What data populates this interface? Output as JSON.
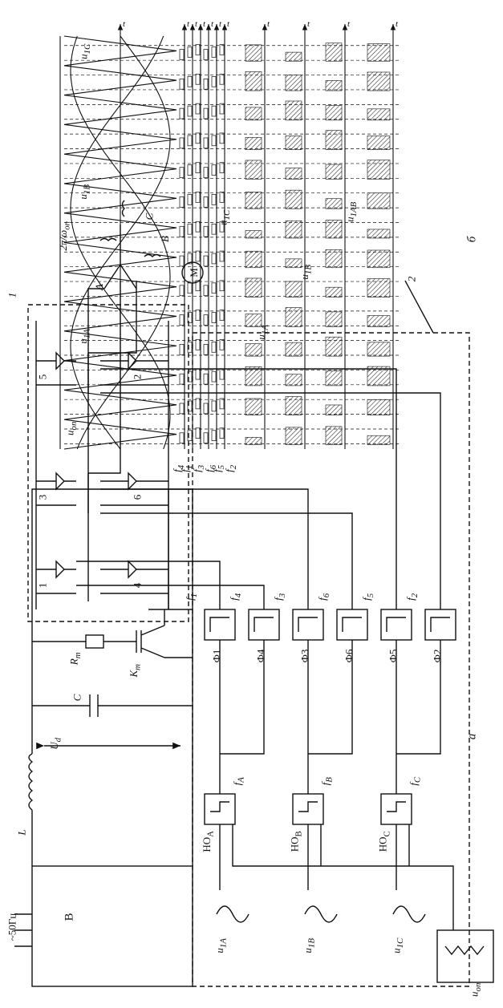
{
  "figure": {
    "panel_a_label": "a",
    "panel_b_label": "б",
    "power": {
      "supply": "~50Гц",
      "rectifier": "В",
      "inductor": "L",
      "capacitor": "C",
      "dc_voltage": "U",
      "dc_voltage_sub": "d",
      "brake_resistor": "R",
      "brake_resistor_sub": "т",
      "brake_switch": "К",
      "brake_switch_sub": "т",
      "inverter_callout": "1",
      "control_callout": "2",
      "switch_numbers": [
        "1",
        "4",
        "3",
        "6",
        "5",
        "2"
      ],
      "phase_labels": [
        "A",
        "B",
        "C"
      ],
      "motor": "M"
    },
    "control": {
      "comparators": [
        "НО",
        "НО",
        "НО"
      ],
      "comparator_subs": [
        "A",
        "B",
        "C"
      ],
      "comparator_outputs": [
        "f",
        "f",
        "f"
      ],
      "comparator_output_subs": [
        "A",
        "B",
        "C"
      ],
      "shapers": [
        "Ф1",
        "Ф4",
        "Ф3",
        "Ф6",
        "Ф5",
        "Ф2"
      ],
      "shaper_outputs": [
        "f",
        "f",
        "f",
        "f",
        "f",
        "f"
      ],
      "shaper_output_subs": [
        "1",
        "4",
        "3",
        "6",
        "5",
        "2"
      ],
      "references": [
        "u",
        "u",
        "u"
      ],
      "reference_subs": [
        "1A",
        "1B",
        "1C"
      ],
      "carrier": "u",
      "carrier_sub": "оп"
    },
    "waveforms": {
      "period": "2π/ω",
      "period_sub": "оп",
      "carrier": "u",
      "carrier_sub": "оп",
      "references": [
        "u",
        "u",
        "u"
      ],
      "reference_subs": [
        "1A",
        "1B",
        "1C"
      ],
      "gate_signals": [
        "f",
        "f",
        "f",
        "f",
        "f",
        "f"
      ],
      "gate_signal_subs": [
        "4",
        "1",
        "3",
        "6",
        "5",
        "2"
      ],
      "phase_voltages": [
        "u",
        "u",
        "u"
      ],
      "phase_voltage_subs": [
        "1A",
        "1B",
        "1C"
      ],
      "line_voltage": "u",
      "line_voltage_sub": "1AB",
      "time_axis": "t"
    }
  }
}
